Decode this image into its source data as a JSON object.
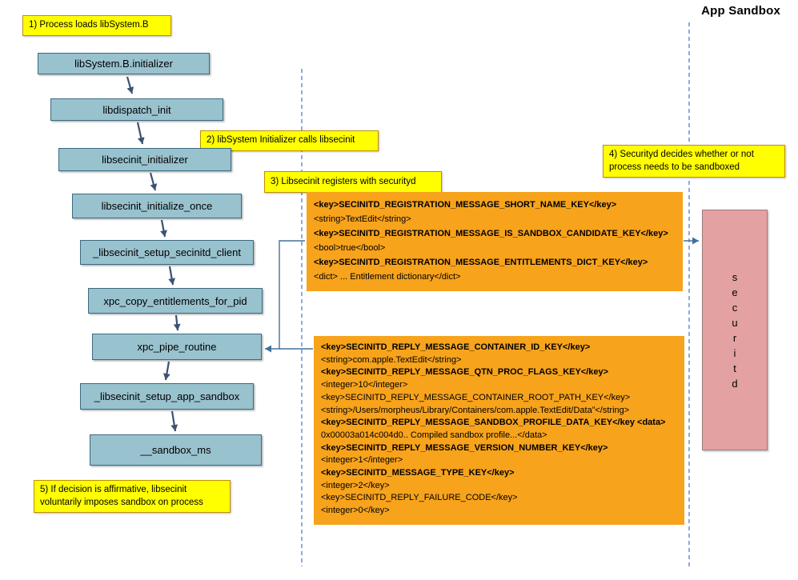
{
  "title": "App Sandbox",
  "callouts": [
    {
      "text": "1) Process loads libSystem.B"
    },
    {
      "text": "2) libSystem Initializer calls libsecinit"
    },
    {
      "text": "3) Libsecinit registers with securityd"
    },
    {
      "text": "4) Securityd decides whether or not process needs to be sandboxed"
    },
    {
      "text": "5) If decision is affirmative, libsecinit voluntarily imposes sandbox on process"
    }
  ],
  "flow_nodes": [
    {
      "label": "libSystem.B.initializer"
    },
    {
      "label": "libdispatch_init"
    },
    {
      "label": "libsecinit_initializer"
    },
    {
      "label": "libsecinit_initialize_once"
    },
    {
      "label": "_libsecinit_setup_secinitd_client"
    },
    {
      "label": "xpc_copy_entitlements_for_pid"
    },
    {
      "label": "xpc_pipe_routine"
    },
    {
      "label": "_libsecinit_setup_app_sandbox"
    },
    {
      "label": "__sandbox_ms"
    }
  ],
  "daemon": {
    "letters": [
      "s",
      "e",
      "c",
      "u",
      "r",
      "i",
      "t",
      "d"
    ]
  },
  "messages": {
    "registration": {
      "lines": [
        {
          "text": "<key>SECINITD_REGISTRATION_MESSAGE_SHORT_NAME_KEY</key>",
          "bold": true
        },
        {
          "text": "<string>TextEdit</string>",
          "bold": false
        },
        {
          "text": "<key>SECINITD_REGISTRATION_MESSAGE_IS_SANDBOX_CANDIDATE_KEY</key>",
          "bold": true
        },
        {
          "text": "<bool>true</bool>",
          "bold": false
        },
        {
          "text": "<key>SECINITD_REGISTRATION_MESSAGE_ENTITLEMENTS_DICT_KEY</key>",
          "bold": true
        },
        {
          "text": "<dict> ... Entitlement dictionary</dict>",
          "bold": false
        }
      ]
    },
    "reply": {
      "lines": [
        {
          "text": "<key>SECINITD_REPLY_MESSAGE_CONTAINER_ID_KEY</key>",
          "bold": true
        },
        {
          "text": "<string>com.apple.TextEdit</string>",
          "bold": false
        },
        {
          "text": "<key>SECINITD_REPLY_MESSAGE_QTN_PROC_FLAGS_KEY</key>",
          "bold": true
        },
        {
          "text": "<integer>10</integer>",
          "bold": false
        },
        {
          "text": "<key>SECINITD_REPLY_MESSAGE_CONTAINER_ROOT_PATH_KEY</key>",
          "bold": false
        },
        {
          "text": "<string>/Users/morpheus/Library/Containers/com.apple.TextEdit/Data”</string>",
          "bold": false
        },
        {
          "text": "<key>SECINITD_REPLY_MESSAGE_SANDBOX_PROFILE_DATA_KEY</key <data>",
          "bold": true
        },
        {
          "text": "0x00003a014c004d0..  Compiled sandbox profile...</data>",
          "bold": false
        },
        {
          "text": "<key>SECINITD_REPLY_MESSAGE_VERSION_NUMBER_KEY</key>",
          "bold": true
        },
        {
          "text": "<integer>1</integer>",
          "bold": false
        },
        {
          "text": "<key>SECINITD_MESSAGE_TYPE_KEY</key>",
          "bold": true
        },
        {
          "text": "<integer>2</key>",
          "bold": false
        },
        {
          "text": "<key>SECINITD_REPLY_FAILURE_CODE</key>",
          "bold": false
        },
        {
          "text": "<integer>0</key>",
          "bold": false
        }
      ]
    }
  },
  "colors": {
    "note-fill": "#ffff00",
    "note-border": "#bf9000",
    "flow-fill": "#98c2ce",
    "flow-border": "#3d6a80",
    "msg-fill": "#f7a31c",
    "daemon-fill": "#e3a1a2",
    "daemon-border": "#9b7c7e",
    "arrow": "#3b5272",
    "connector": "#41719c",
    "lifeline": "#4472c4"
  }
}
